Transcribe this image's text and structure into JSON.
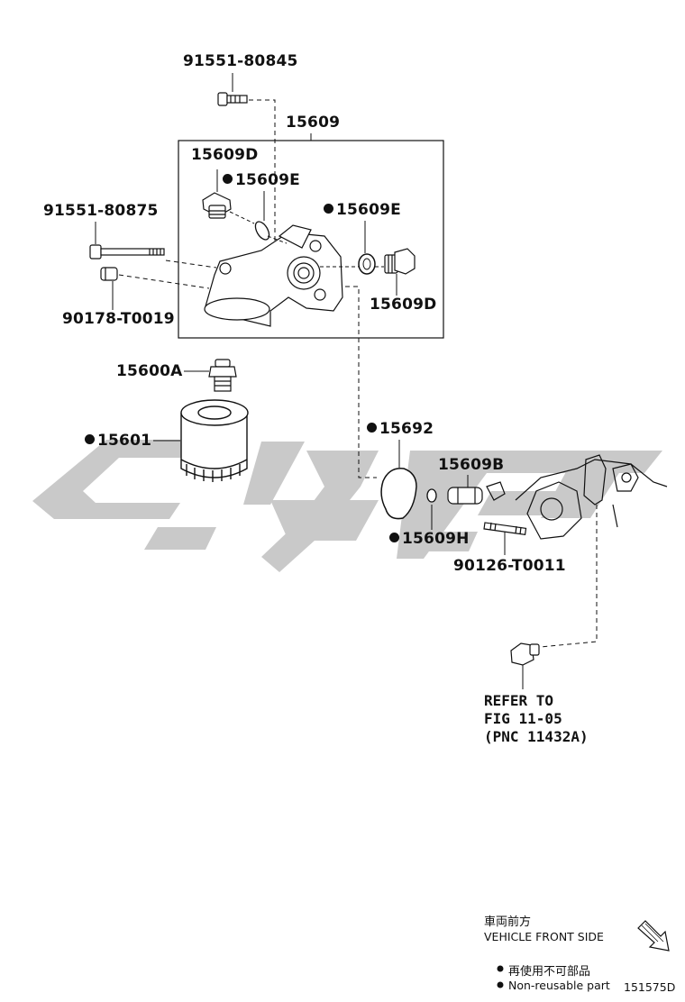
{
  "parts": {
    "p91551_80845": "91551-80845",
    "p15609": "15609",
    "p15609D_top": "15609D",
    "p15609E_top": "15609E",
    "p91551_80875": "91551-80875",
    "p15609E_right": "15609E",
    "p15609D_right": "15609D",
    "p90178_T0019": "90178-T0019",
    "p15600A": "15600A",
    "p15601": "15601",
    "p15692": "15692",
    "p15609B": "15609B",
    "p15609H": "15609H",
    "p90126_T0011": "90126-T0011"
  },
  "refer": {
    "line1": "REFER TO",
    "line2": "FIG 11-05",
    "line3": "(PNC 11432A)"
  },
  "direction": {
    "jp": "車両前方",
    "en": "VEHICLE FRONT SIDE"
  },
  "legend": {
    "jp": "再使用不可部品",
    "en": "Non-reusable part"
  },
  "figure_id": "151575D",
  "colors": {
    "watermark": "#c9c9c9",
    "line": "#111111"
  }
}
